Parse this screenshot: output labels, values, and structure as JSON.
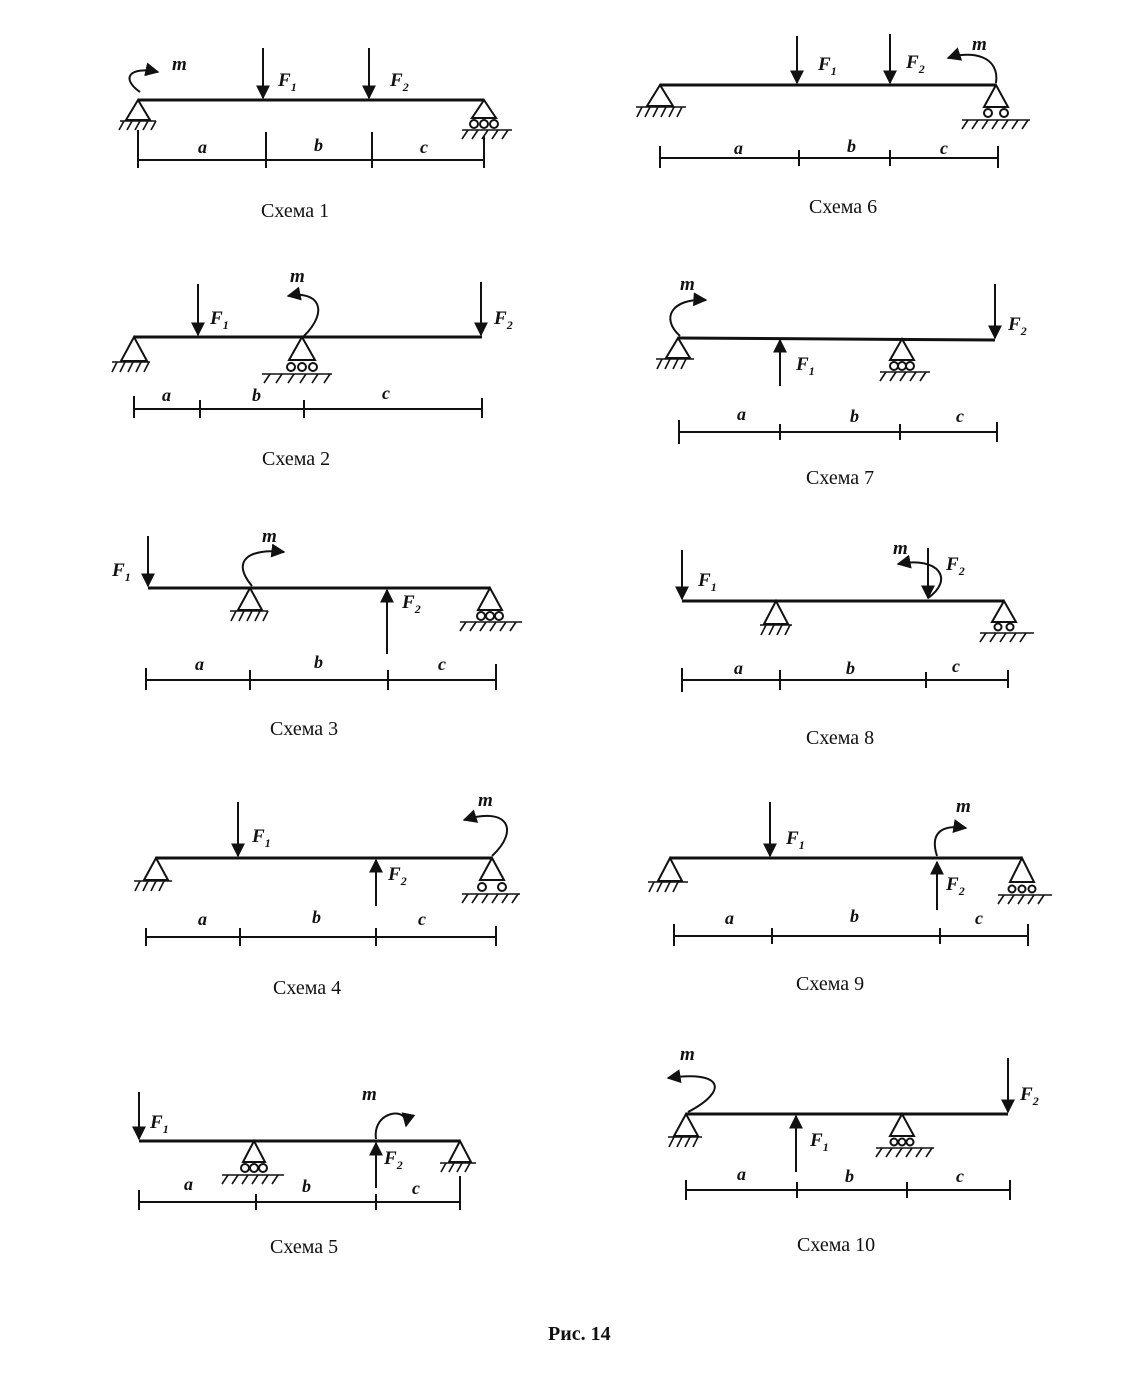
{
  "figure_caption": "Рис. 14",
  "schemes": [
    {
      "caption": "Схема 1",
      "f1": "F",
      "f1_sub": "1",
      "f2": "F",
      "f2_sub": "2",
      "m": "m",
      "a": "a",
      "b": "b",
      "c": "c"
    },
    {
      "caption": "Схема 2",
      "f1": "F",
      "f1_sub": "1",
      "f2": "F",
      "f2_sub": "2",
      "m": "m",
      "a": "a",
      "b": "b",
      "c": "c"
    },
    {
      "caption": "Схема 3",
      "f1": "F",
      "f1_sub": "1",
      "f2": "F",
      "f2_sub": "2",
      "m": "m",
      "a": "a",
      "b": "b",
      "c": "c"
    },
    {
      "caption": "Схема 4",
      "f1": "F",
      "f1_sub": "1",
      "f2": "F",
      "f2_sub": "2",
      "m": "m",
      "a": "a",
      "b": "b",
      "c": "c"
    },
    {
      "caption": "Схема 5",
      "f1": "F",
      "f1_sub": "1",
      "f2": "F",
      "f2_sub": "2",
      "m": "m",
      "a": "a",
      "b": "b",
      "c": "c"
    },
    {
      "caption": "Схема 6",
      "f1": "F",
      "f1_sub": "1",
      "f2": "F",
      "f2_sub": "2",
      "m": "m",
      "a": "a",
      "b": "b",
      "c": "c"
    },
    {
      "caption": "Схема 7",
      "f1": "F",
      "f1_sub": "1",
      "f2": "F",
      "f2_sub": "2",
      "m": "m",
      "a": "a",
      "b": "b",
      "c": "c"
    },
    {
      "caption": "Схема 8",
      "f1": "F",
      "f1_sub": "1",
      "f2": "F",
      "f2_sub": "2",
      "m": "m",
      "a": "a",
      "b": "b",
      "c": "c"
    },
    {
      "caption": "Схема 9",
      "f1": "F",
      "f1_sub": "1",
      "f2": "F",
      "f2_sub": "2",
      "m": "m",
      "a": "a",
      "b": "b",
      "c": "c"
    },
    {
      "caption": "Схема 10",
      "f1": "F",
      "f1_sub": "1",
      "f2": "F",
      "f2_sub": "2",
      "m": "m",
      "a": "a",
      "b": "b",
      "c": "c"
    }
  ]
}
